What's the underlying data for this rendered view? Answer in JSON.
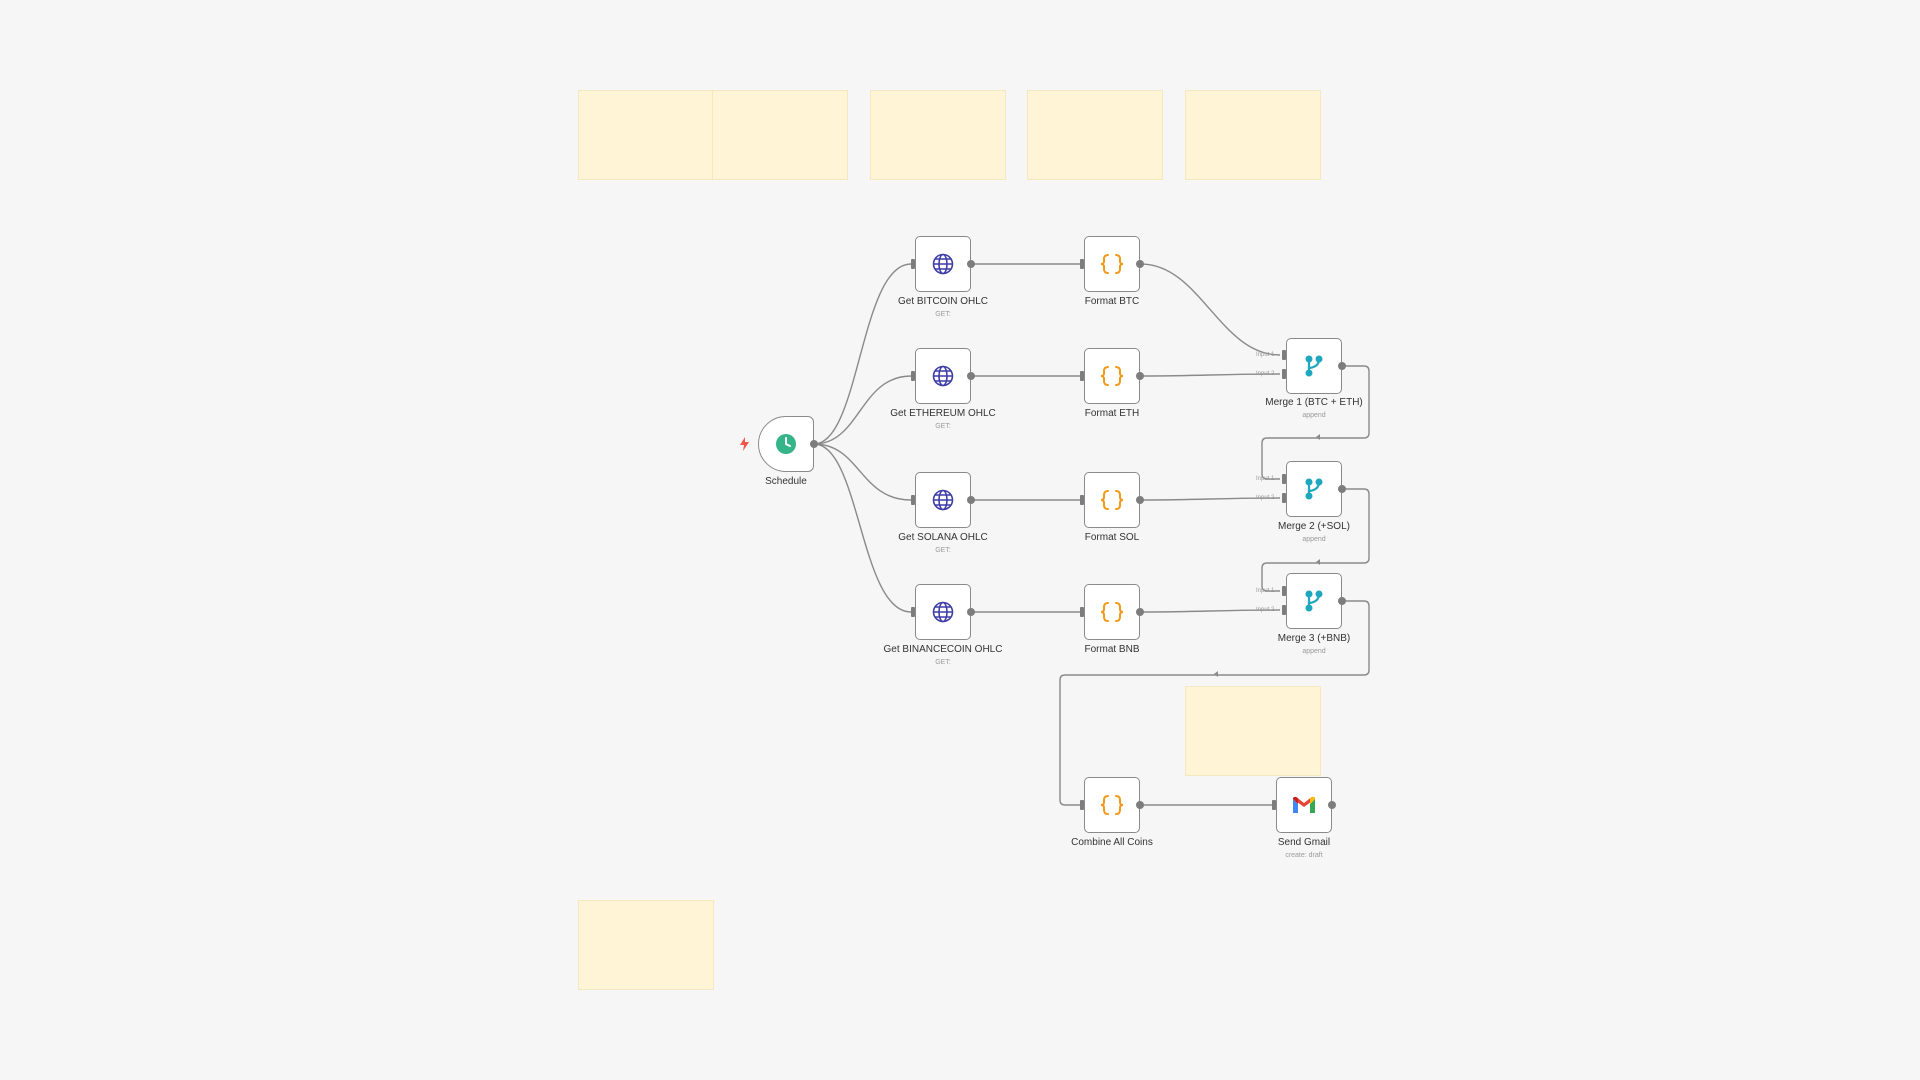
{
  "colors": {
    "background": "#f6f6f6",
    "sticky": "#fff4d6",
    "edge": "#8a8a8a",
    "http_icon": "#3f3fa6",
    "code_icon": "#ef9a1a",
    "merge_icon": "#1ea7bf",
    "schedule_icon": "#35b48a",
    "trigger_bolt": "#f0564a"
  },
  "nodes": {
    "schedule": {
      "label": "Schedule",
      "icon": "clock-icon"
    },
    "get_btc": {
      "label": "Get BITCOIN OHLC",
      "sub": "GET:",
      "icon": "globe-icon"
    },
    "get_eth": {
      "label": "Get ETHEREUM OHLC",
      "sub": "GET:",
      "icon": "globe-icon"
    },
    "get_sol": {
      "label": "Get SOLANA OHLC",
      "sub": "GET:",
      "icon": "globe-icon"
    },
    "get_bnb": {
      "label": "Get BINANCECOIN OHLC",
      "sub": "GET:",
      "icon": "globe-icon"
    },
    "fmt_btc": {
      "label": "Format BTC",
      "icon": "code-braces-icon"
    },
    "fmt_eth": {
      "label": "Format ETH",
      "icon": "code-braces-icon"
    },
    "fmt_sol": {
      "label": "Format SOL",
      "icon": "code-braces-icon"
    },
    "fmt_bnb": {
      "label": "Format BNB",
      "icon": "code-braces-icon"
    },
    "merge1": {
      "label": "Merge 1 (BTC + ETH)",
      "sub": "append",
      "input1": "Input 1",
      "input2": "Input 2",
      "icon": "merge-icon"
    },
    "merge2": {
      "label": "Merge 2 (+SOL)",
      "sub": "append",
      "input1": "Input 1",
      "input2": "Input 2",
      "icon": "merge-icon"
    },
    "merge3": {
      "label": "Merge 3 (+BNB)",
      "sub": "append",
      "input1": "Input 1",
      "input2": "Input 2",
      "icon": "merge-icon"
    },
    "combine": {
      "label": "Combine All Coins",
      "icon": "code-braces-icon"
    },
    "gmail": {
      "label": "Send Gmail",
      "sub": "create: draft",
      "icon": "gmail-icon"
    }
  }
}
